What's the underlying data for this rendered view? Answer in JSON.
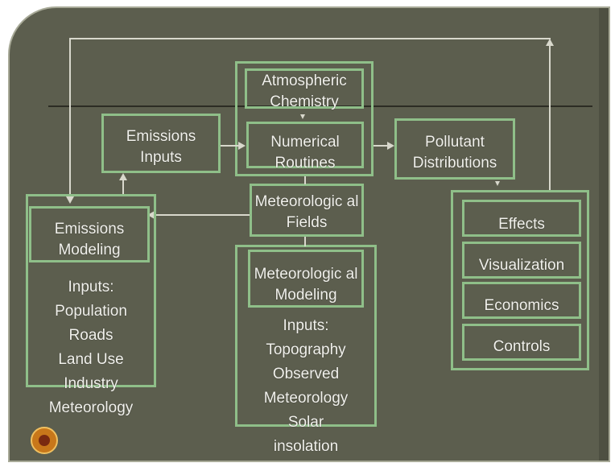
{
  "diagram": {
    "atmospheric_chemistry": "Atmospheric Chemistry",
    "emissions_inputs": "Emissions Inputs",
    "numerical_routines": "Numerical Routines",
    "pollutant_distributions": "Pollutant Distributions",
    "meteorological_fields": "Meteorologic al Fields",
    "emissions_modeling": {
      "title": "Emissions Modeling",
      "inputs": [
        "Inputs:",
        "Population",
        "Roads",
        "Land Use",
        "Industry",
        "Meteorology"
      ]
    },
    "meteorological_modeling": {
      "title": "Meteorologic al Modeling",
      "inputs": [
        "Inputs:",
        "Topography",
        "Observed",
        "Meteorology",
        "Solar",
        "insolation"
      ]
    },
    "outputs": [
      "Effects",
      "Visualization",
      "Economics",
      "Controls"
    ]
  }
}
